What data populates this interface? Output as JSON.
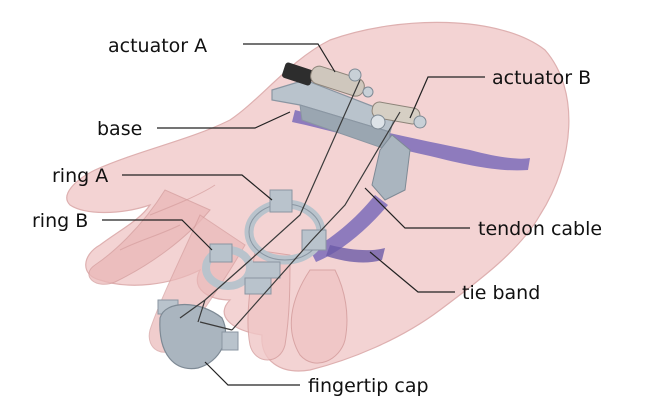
{
  "labels": {
    "actuator_a": "actuator A",
    "actuator_b": "actuator B",
    "base": "base",
    "ring_a": "ring A",
    "ring_b": "ring B",
    "tendon_cable": "tendon cable",
    "tie_band": "tie band",
    "fingertip_cap": "fingertip cap"
  },
  "colors": {
    "skin": "#f2cfcf",
    "skin_edge": "#dba8a8",
    "device": "#b9c3cc",
    "device_dark": "#8a96a2",
    "band": "#7b6bb8",
    "leader": "#222222"
  }
}
